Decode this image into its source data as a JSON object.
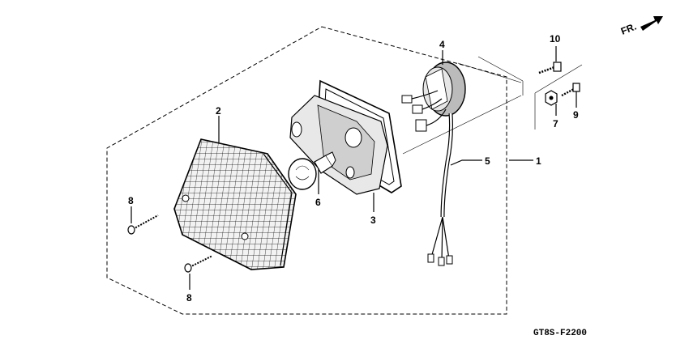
{
  "direction_label": "FR.",
  "diagram_code": "GT8S-F2200",
  "callouts": {
    "c1": "1",
    "c2": "2",
    "c3": "3",
    "c4": "4",
    "c5": "5",
    "c6": "6",
    "c7": "7",
    "c8a": "8",
    "c8b": "8",
    "c9": "9",
    "c10": "10"
  }
}
